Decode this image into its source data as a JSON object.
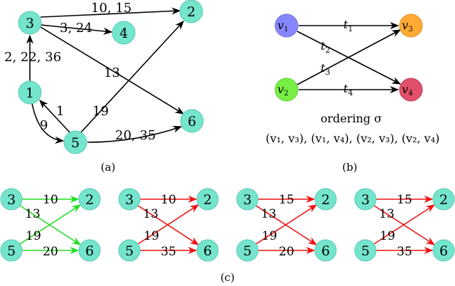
{
  "colors": {
    "node": "#74e4cd",
    "node_stroke": "#5cc9b2",
    "edge": "#000000",
    "green": "#22dd22",
    "red": "#ee1111",
    "v1": "#8686ff",
    "v2": "#77ee44",
    "v3": "#ffaa33",
    "v4": "#e0506a"
  },
  "panel_a": {
    "caption": "(a)",
    "nodes": [
      "3",
      "4",
      "2",
      "1",
      "5",
      "6"
    ],
    "edge_labels": {
      "e32": "10, 15",
      "e34": "3, 24",
      "e13": "2, 22, 36",
      "e36": "13",
      "e52": "19",
      "e51": "1",
      "e15": "9",
      "e56": "20, 35"
    }
  },
  "panel_b": {
    "caption": "(b)",
    "nodes": {
      "v1": "v",
      "v1_sub": "1",
      "v2": "v",
      "v2_sub": "2",
      "v3": "v",
      "v3_sub": "3",
      "v4": "v",
      "v4_sub": "4"
    },
    "edge_labels": {
      "t1": "t",
      "t1_sub": "1",
      "t2": "t",
      "t2_sub": "2",
      "t3": "t",
      "t3_sub": "3",
      "t4": "t",
      "t4_sub": "4"
    },
    "ordering_title": "ordering σ",
    "ordering": "(v₁, v₃), (v₁, v₄), (v₂, v₃), (v₂, v₄)"
  },
  "panel_c": {
    "caption": "(c)",
    "subgraphs": [
      {
        "color": "green",
        "top": "10",
        "bottom": "20",
        "cross_up": "19",
        "cross_down": "13"
      },
      {
        "color": "red",
        "top": "10",
        "bottom": "35",
        "cross_up": "19",
        "cross_down": "13"
      },
      {
        "color": "red",
        "top": "15",
        "bottom": "20",
        "cross_up": "19",
        "cross_down": "13"
      },
      {
        "color": "red",
        "top": "15",
        "bottom": "35",
        "cross_up": "19",
        "cross_down": "13"
      }
    ],
    "node_labels": {
      "tl": "3",
      "tr": "2",
      "bl": "5",
      "br": "6"
    }
  }
}
